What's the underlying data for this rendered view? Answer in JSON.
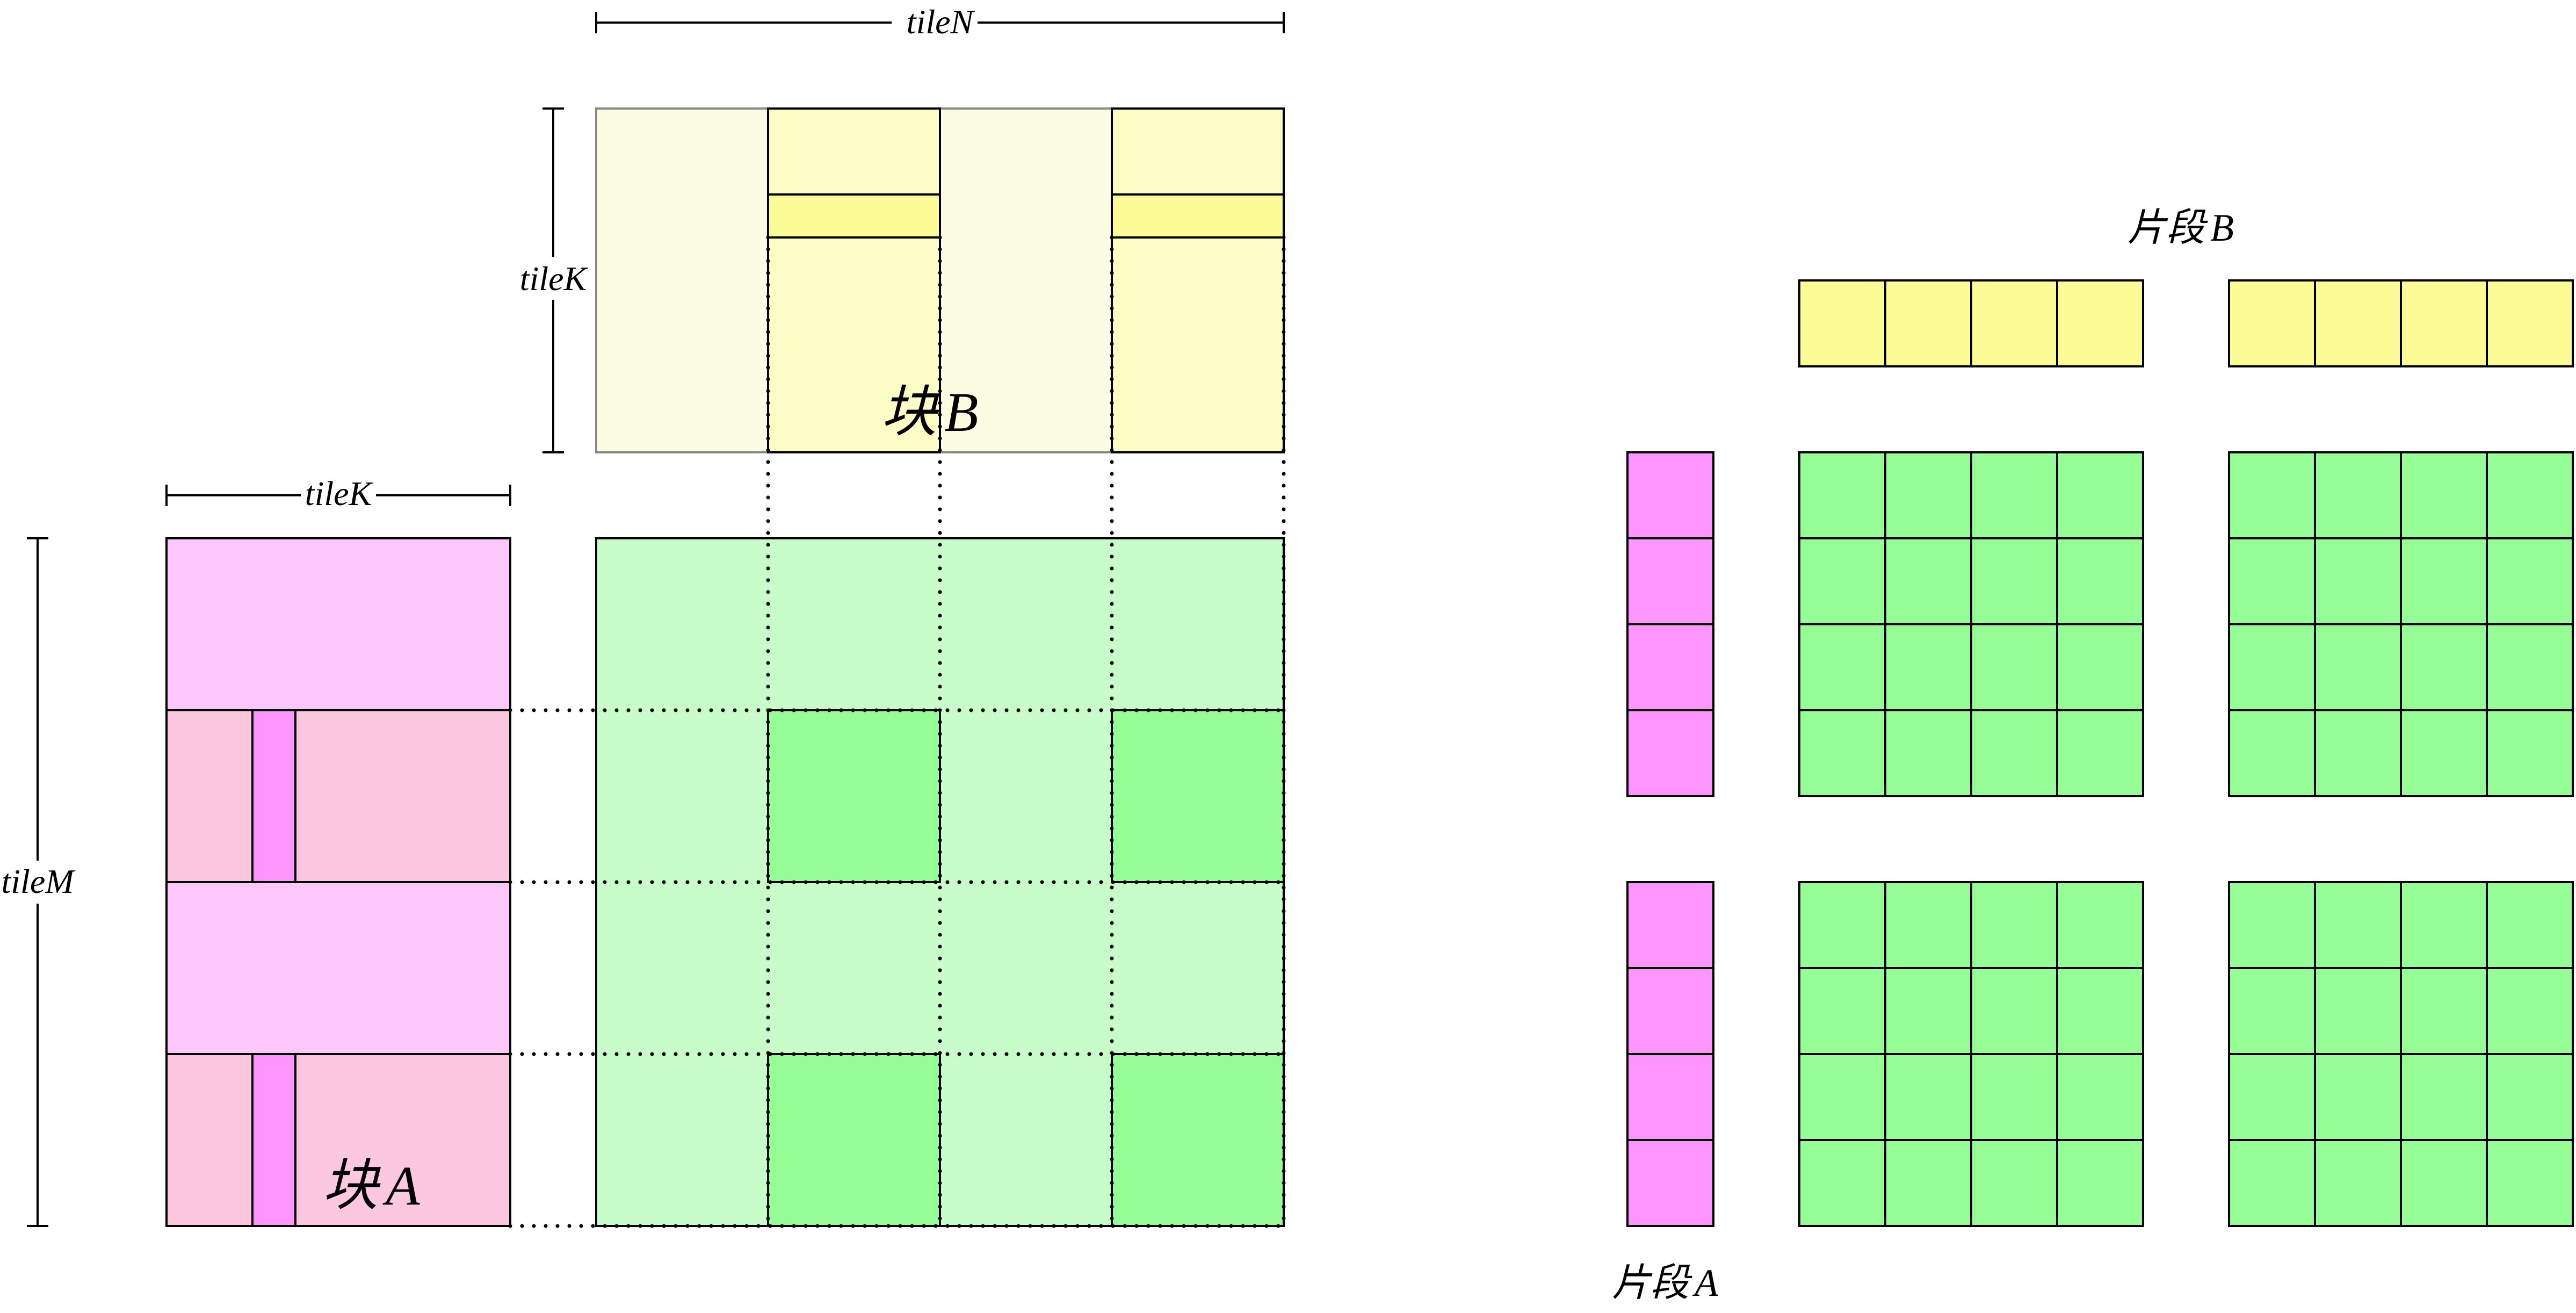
{
  "colors": {
    "a_light": "#fcc8fc",
    "a_row": "#fcc8e0",
    "a_strong": "#fc96fc",
    "b_light": "#fcfce2",
    "b_col": "#fcfcc6",
    "b_strong": "#fcfc96",
    "c_light": "#c8fcc8",
    "c_strong": "#96fc96",
    "line": "#000000",
    "border_b": "#888888"
  },
  "labels": {
    "tileN": "tileN",
    "tileK_top": "tileK",
    "tileK_left": "tileK",
    "tileM": "tileM",
    "block_a_prefix": "块",
    "block_a_suffix": "A",
    "block_b_prefix": "块",
    "block_b_suffix": "B",
    "frag_a_prefix": "片段",
    "frag_a_suffix": "A",
    "frag_b_prefix": "片段",
    "frag_b_suffix": "B"
  },
  "structure": {
    "tile_block_cols": 4,
    "tile_block_rows": 4,
    "highlight_cols": [
      1,
      3
    ],
    "highlight_rows": [
      1,
      3
    ],
    "fragment_grid": 4,
    "fragment_tiles": 2
  }
}
